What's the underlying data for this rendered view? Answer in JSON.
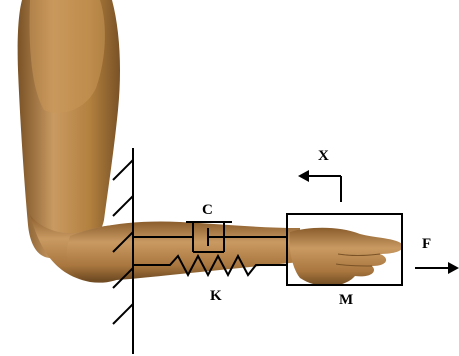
{
  "labels": {
    "damper": "C",
    "spring": "K",
    "mass": "M",
    "displacement": "X",
    "force": "F"
  },
  "colors": {
    "skin_light": "#c99a62",
    "skin_mid": "#a8763e",
    "skin_dark": "#7a5226",
    "line": "#000000",
    "background": "#ffffff"
  }
}
